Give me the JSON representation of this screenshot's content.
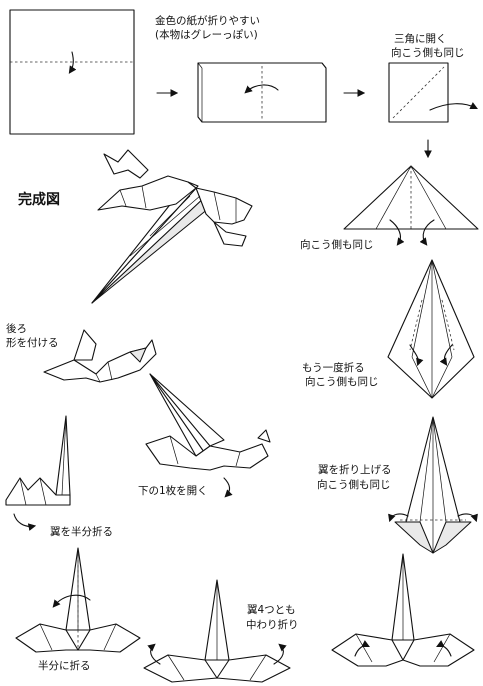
{
  "labels": {
    "step2_note_line1": "金色の紙が折りやすい",
    "step2_note_line2": "(本物はグレーっぽい)",
    "step3_line1": "三角に開く",
    "step3_line2": "向こう側も同じ",
    "finished": "完成図",
    "step4": "向こう側も同じ",
    "step5_line1": "もう一度折る",
    "step5_line2": "向こう側も同じ",
    "step6_line1": "翼を折り上げる",
    "step6_line2": "向こう側も同じ",
    "step7_line1": "翼4つとも",
    "step7_line2": "中わり折り",
    "step8": "半分に折る",
    "step9": "翼を半分折る",
    "step10": "下の1枚を開く",
    "step11_line1": "後ろ",
    "step11_line2": "形を付ける"
  }
}
